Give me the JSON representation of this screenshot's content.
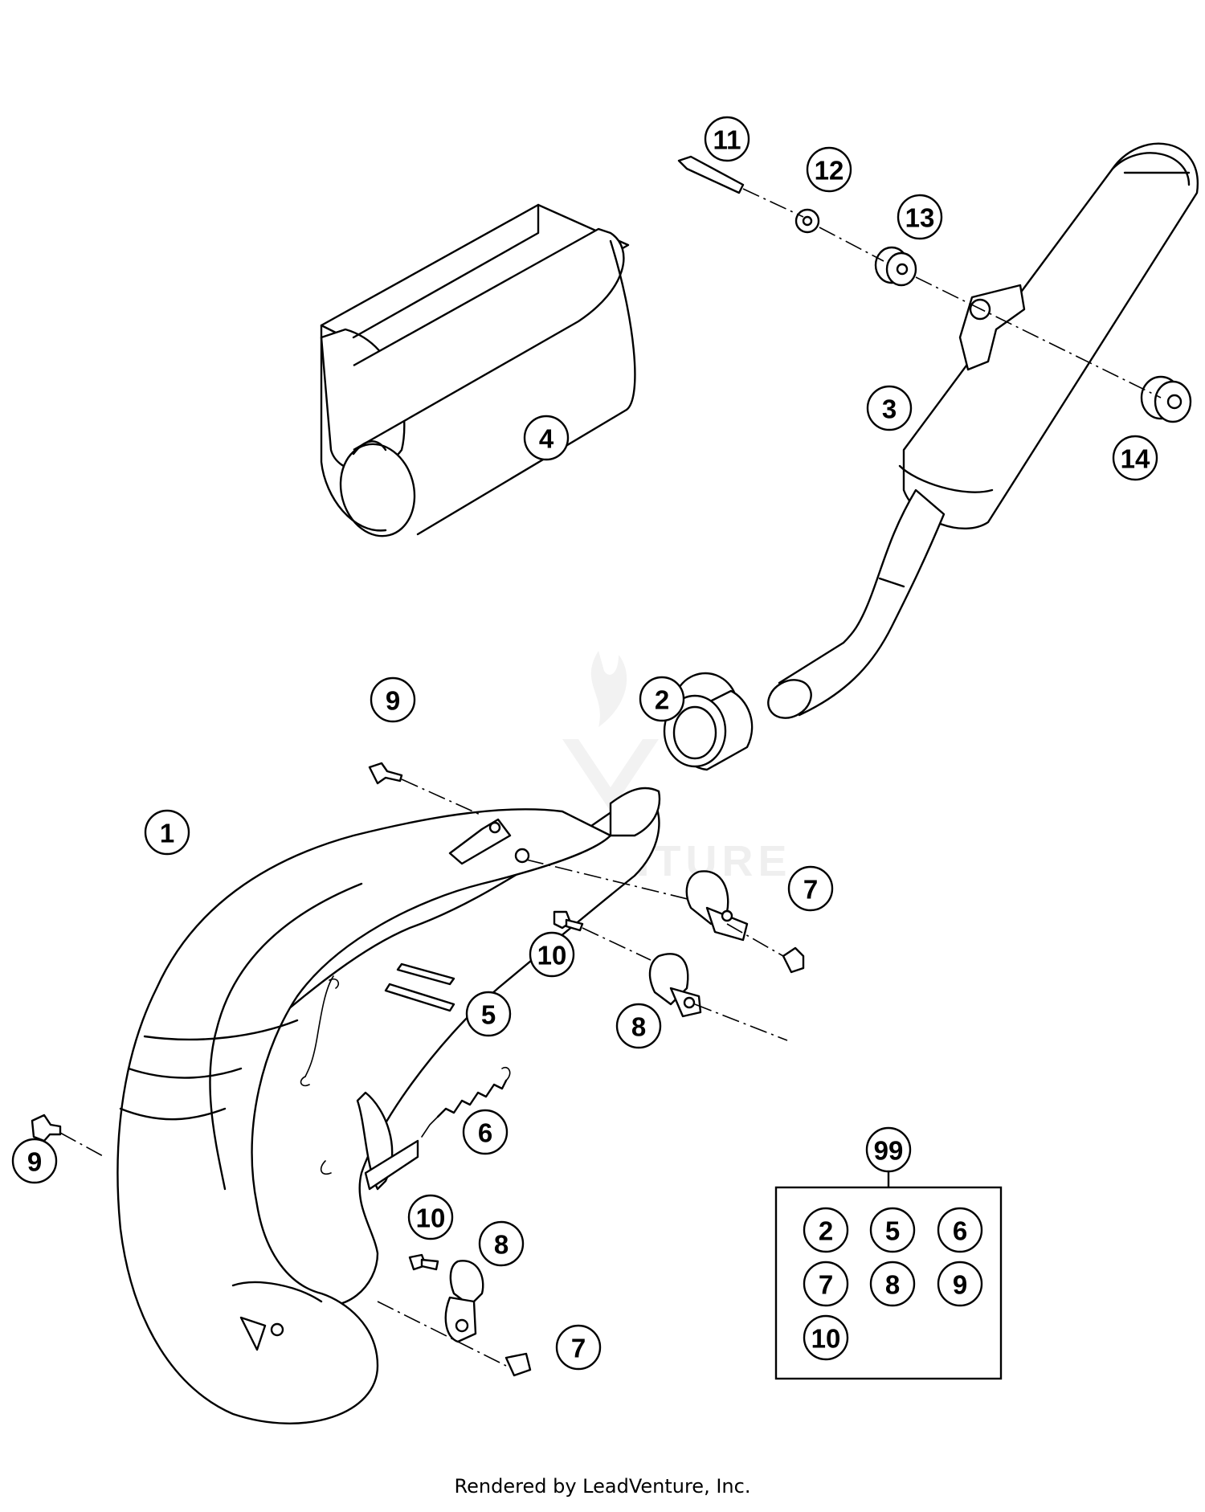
{
  "callouts": [
    {
      "id": "c1",
      "label": "1"
    },
    {
      "id": "c2",
      "label": "2"
    },
    {
      "id": "c3",
      "label": "3"
    },
    {
      "id": "c4",
      "label": "4"
    },
    {
      "id": "c5",
      "label": "5"
    },
    {
      "id": "c6",
      "label": "6"
    },
    {
      "id": "c7a",
      "label": "7"
    },
    {
      "id": "c7b",
      "label": "7"
    },
    {
      "id": "c8a",
      "label": "8"
    },
    {
      "id": "c8b",
      "label": "8"
    },
    {
      "id": "c9a",
      "label": "9"
    },
    {
      "id": "c9b",
      "label": "9"
    },
    {
      "id": "c10a",
      "label": "10"
    },
    {
      "id": "c10b",
      "label": "10"
    },
    {
      "id": "c11",
      "label": "11"
    },
    {
      "id": "c12",
      "label": "12"
    },
    {
      "id": "c13",
      "label": "13"
    },
    {
      "id": "c14",
      "label": "14"
    }
  ],
  "kit": {
    "label": "99",
    "items": [
      "2",
      "5",
      "6",
      "7",
      "8",
      "9",
      "10"
    ]
  },
  "watermark": "LEADVENTURE",
  "footer": "Rendered by LeadVenture, Inc."
}
